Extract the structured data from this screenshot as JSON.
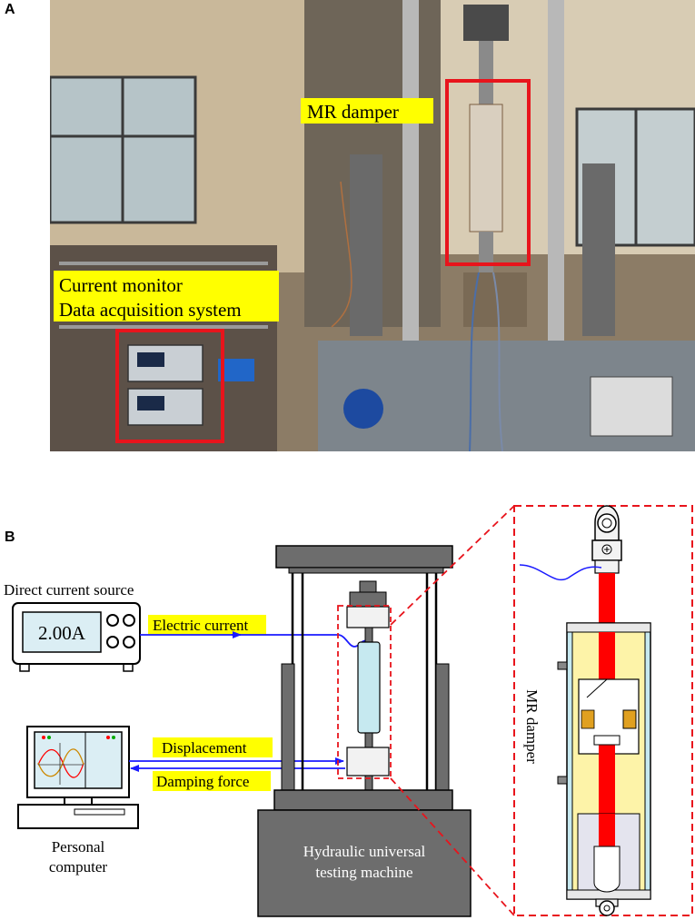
{
  "panel_a": {
    "letter": "A",
    "labels": {
      "mr_damper": "MR damper",
      "current_monitor": "Current monitor",
      "data_acquisition": "Data acquisition system"
    }
  },
  "panel_b": {
    "letter": "B",
    "current_source_label": "Direct current source",
    "current_display": "2.00A",
    "electric_current": "Electric current",
    "displacement": "Displacement",
    "damping_force": "Damping force",
    "computer_label_line1": "Personal",
    "computer_label_line2": "computer",
    "machine_label_line1": "Hydraulic universal",
    "machine_label_line2": "testing machine",
    "damper_label": "MR damper"
  },
  "colors": {
    "highlight": "#ffff00",
    "box_red": "#e8141c",
    "rod_red": "#ff0000",
    "wire_blue": "#1a1aff",
    "machine_gray": "#6d6d6d",
    "damper_yellow": "#fdf3a8",
    "light_blue": "#c6e9f0"
  }
}
